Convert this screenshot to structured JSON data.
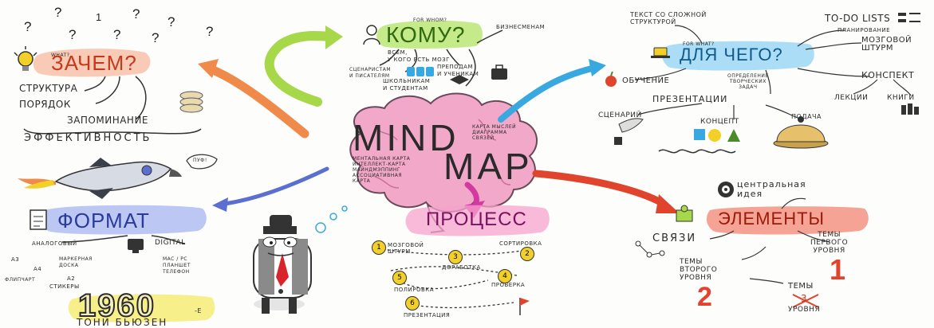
{
  "center": {
    "line1": "MIND",
    "line2": "MAP",
    "synonyms": "КАРТА МЫСЛЕЙ\nДИАГРАММА\nСВЯЗЕЙ",
    "list": "МЕНТАЛЬНАЯ КАРТА\nИНТЕЛЛЕКТ-КАРТА\nМАЙНДМЭППИНГ\nАССОЦИАТИВНАЯ\nКАРТА"
  },
  "why": {
    "title": "ЗАЧЕМ?",
    "tag": "WHAT?",
    "items": [
      "СТРУКТУРА",
      "ПОРЯДОК",
      "ЗАПОМИНАНИЕ",
      "ЭФФЕКТИВНОСТЬ"
    ]
  },
  "whom": {
    "title": "КОМУ?",
    "tag": "FOR WHOM?",
    "everyone": "ВСЕМ,\nУ КОГО ЕСТЬ МОЗГ",
    "writers": "СЦЕНАРИСТАМ\nИ ПИСАТЕЛЯМ",
    "teachers": "ПРЕПОДАМ\nИ УЧЕНИКАМ",
    "students": "ШКОЛЬНИКАМ\nИ СТУДЕНТАМ",
    "business": "БИЗНЕСМЕНАМ"
  },
  "what_for": {
    "title": "ДЛЯ ЧЕГО?",
    "tag": "FOR WHAT?",
    "complex_text": "ТЕКСТ СО СЛОЖНОЙ\nСТРУКТУРОЙ",
    "todo": "TO-DO LISTS",
    "planning": "ПЛАНИРОВАНИЕ",
    "brainstorm": "МОЗГОВОЙ\nШТУРМ",
    "learning": "ОБУЧЕНИЕ",
    "creative": "ОПРЕДЕЛЕНИЕ\nТВОРЧЕСКИХ\nЗАДАЧ",
    "summary": "КОНСПЕКТ",
    "lectures": "ЛЕКЦИИ",
    "books": "КНИГИ",
    "presentations": "ПРЕЗЕНТАЦИИ",
    "script": "СЦЕНАРИЙ",
    "concept": "КОНЦЕПТ",
    "delivery": "ПОДАЧА"
  },
  "format": {
    "title": "ФОРМАТ",
    "analog": "АНАЛОГОВЫЙ",
    "digital": "DIGITAL",
    "a3": "A3",
    "a4": "A4",
    "marker_board": "МАРКЕРНАЯ\nДОСКА",
    "flipchart": "ФЛИПЧАРТ",
    "a2": "A2",
    "stickers": "СТИКЕРЫ",
    "devices": "MAC / PC\nПЛАНШЕТ\nТЕЛЕФОН",
    "year": "1960",
    "year_suffix": "-Е",
    "author": "ТОНИ БЬЮЗЕН",
    "rocket_bubble": "ПУФ!"
  },
  "process": {
    "title": "ПРОЦЕСС",
    "steps": [
      {
        "n": "1",
        "label": "МОЗГОВОЙ\nШТУРМ"
      },
      {
        "n": "2",
        "label": "СОРТИРОВКА"
      },
      {
        "n": "3",
        "label": "ДОРАБОТКА"
      },
      {
        "n": "4",
        "label": "ПРОВЕРКА"
      },
      {
        "n": "5",
        "label": "ПОЛИРОВКА"
      },
      {
        "n": "6",
        "label": "ПРЕЗЕНТАЦИЯ"
      }
    ]
  },
  "elements": {
    "title": "ЭЛЕМЕНТЫ",
    "central": "ЦЕНТРАЛЬНАЯ\nИДЕЯ",
    "links": "СВЯЗИ",
    "level1": "ТЕМЫ\nПЕРВОГО\nУРОВНЯ",
    "level2": "ТЕМЫ\nВТОРОГО\nУРОВНЯ",
    "level3_word": "ТЕМЫ",
    "level3_num": "3",
    "level3_rest": "УРОВНЯ",
    "num1": "1",
    "num2": "2"
  },
  "questions": [
    "?",
    "?",
    "1",
    "?",
    "?",
    "?",
    "?",
    "?",
    "?"
  ],
  "colors": {
    "highlight": "#ff9bd0",
    "brain": "#f2a8c8",
    "arrow_orange": "#f08a4b",
    "arrow_green": "#a6d84a",
    "arrow_blue": "#38a9e0",
    "arrow_red": "#e0442c",
    "arrow_indigo": "#5b6fd1",
    "arrow_magenta": "#d23aa0",
    "accent_yellow": "#f2d027"
  }
}
